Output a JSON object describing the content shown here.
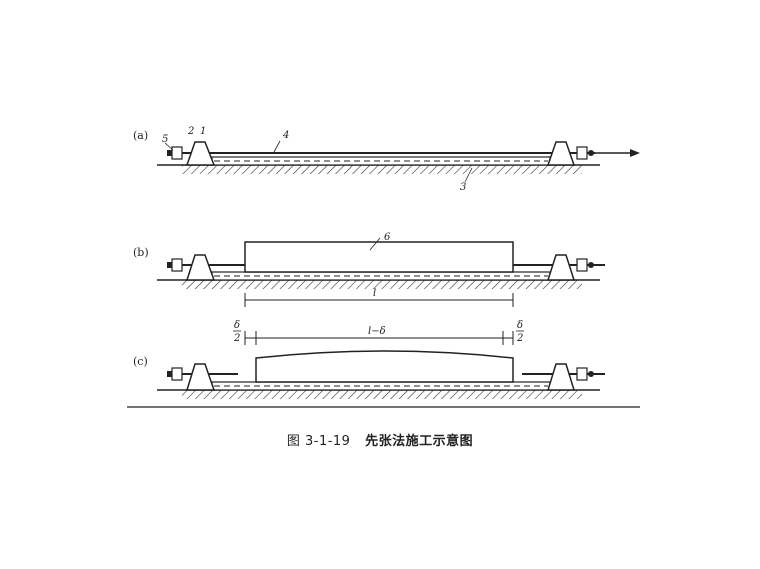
{
  "figure": {
    "caption_prefix": "图 3-1-19",
    "caption_title": "先张法施工示意图"
  },
  "panels": [
    {
      "label": "(a)"
    },
    {
      "label": "(b)"
    },
    {
      "label": "(c)"
    }
  ],
  "callouts": {
    "n1": "1",
    "n2": "2",
    "n3": "3",
    "n4": "4",
    "n5": "5",
    "n6": "6"
  },
  "dimensions": {
    "length_b": "l",
    "length_c": "l−δ",
    "half_delta_num": "δ",
    "half_delta_den": "2"
  }
}
